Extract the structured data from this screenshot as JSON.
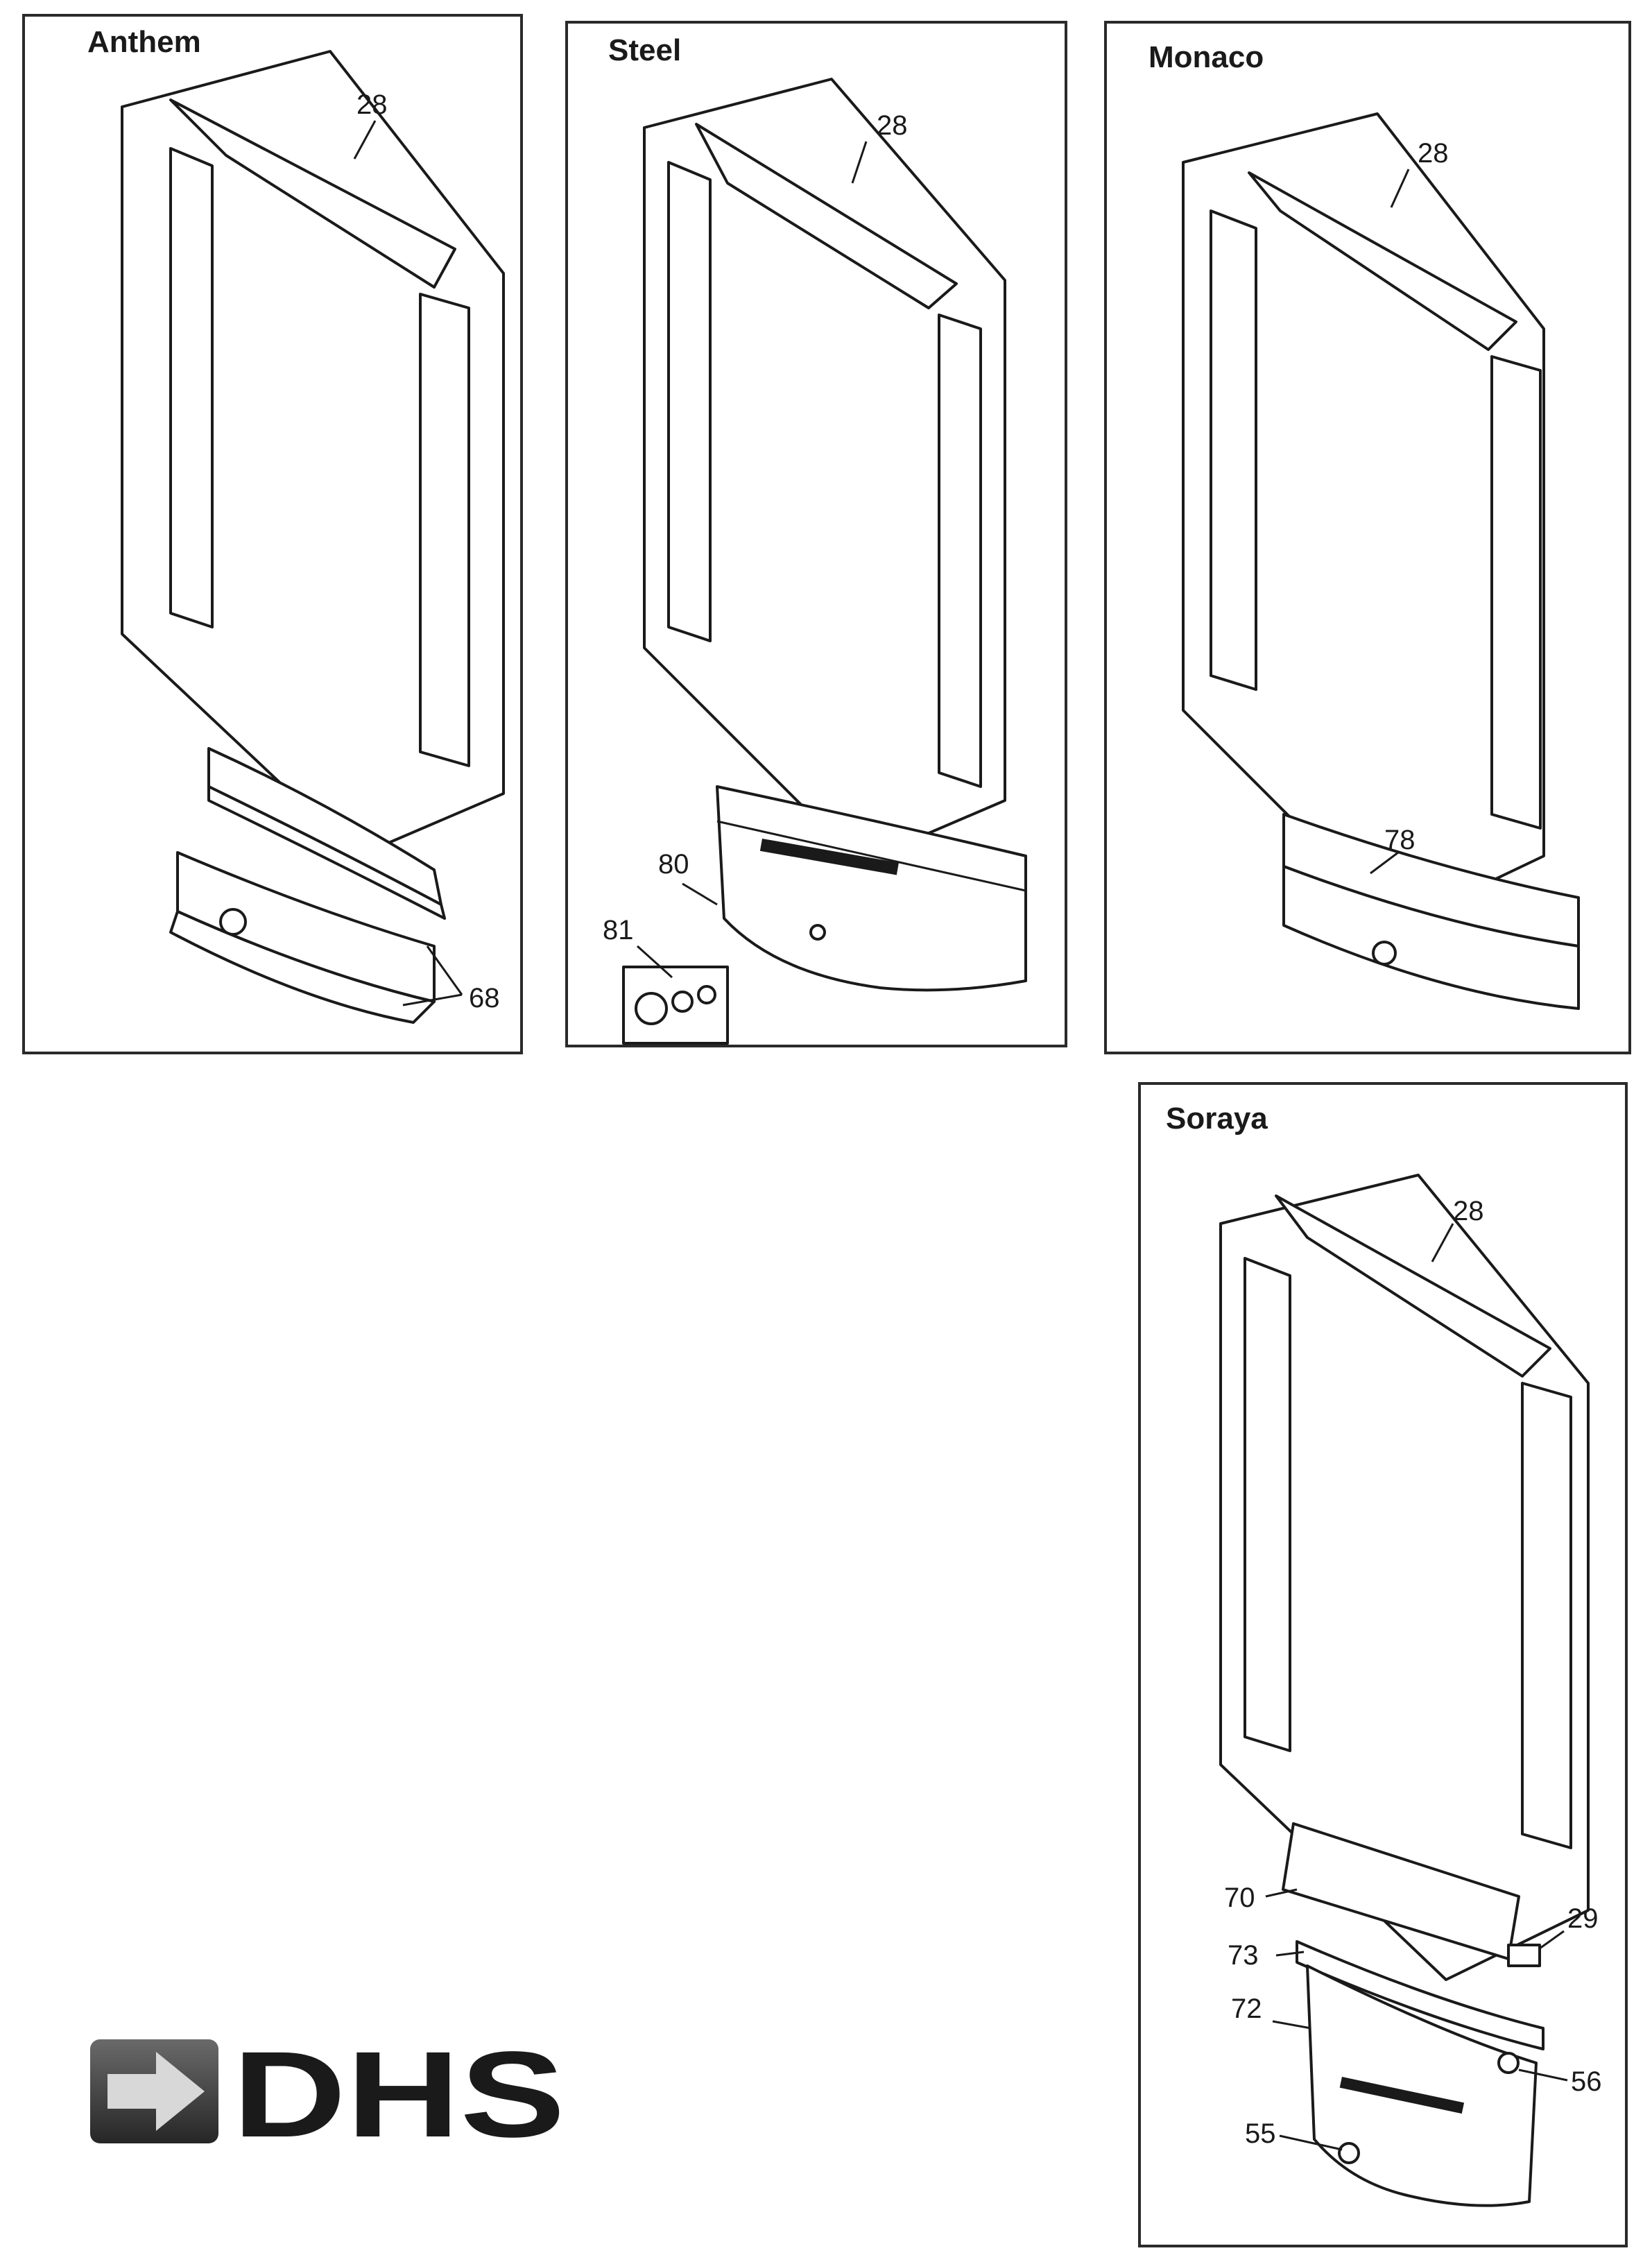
{
  "panels": [
    {
      "title": "Anthem",
      "callouts": [
        "28",
        "68"
      ]
    },
    {
      "title": "Steel",
      "callouts": [
        "28",
        "80",
        "81"
      ]
    },
    {
      "title": "Monaco",
      "callouts": [
        "28",
        "78"
      ]
    },
    {
      "title": "Soraya",
      "callouts": [
        "28",
        "70",
        "29",
        "73",
        "72",
        "56",
        "55"
      ]
    }
  ],
  "logo": {
    "text": "DHS",
    "icon": "arrow-right-icon",
    "colors": {
      "box": "#3a3a3a",
      "arrow": "#d8d8d8",
      "text": "#1a1a1a"
    }
  }
}
